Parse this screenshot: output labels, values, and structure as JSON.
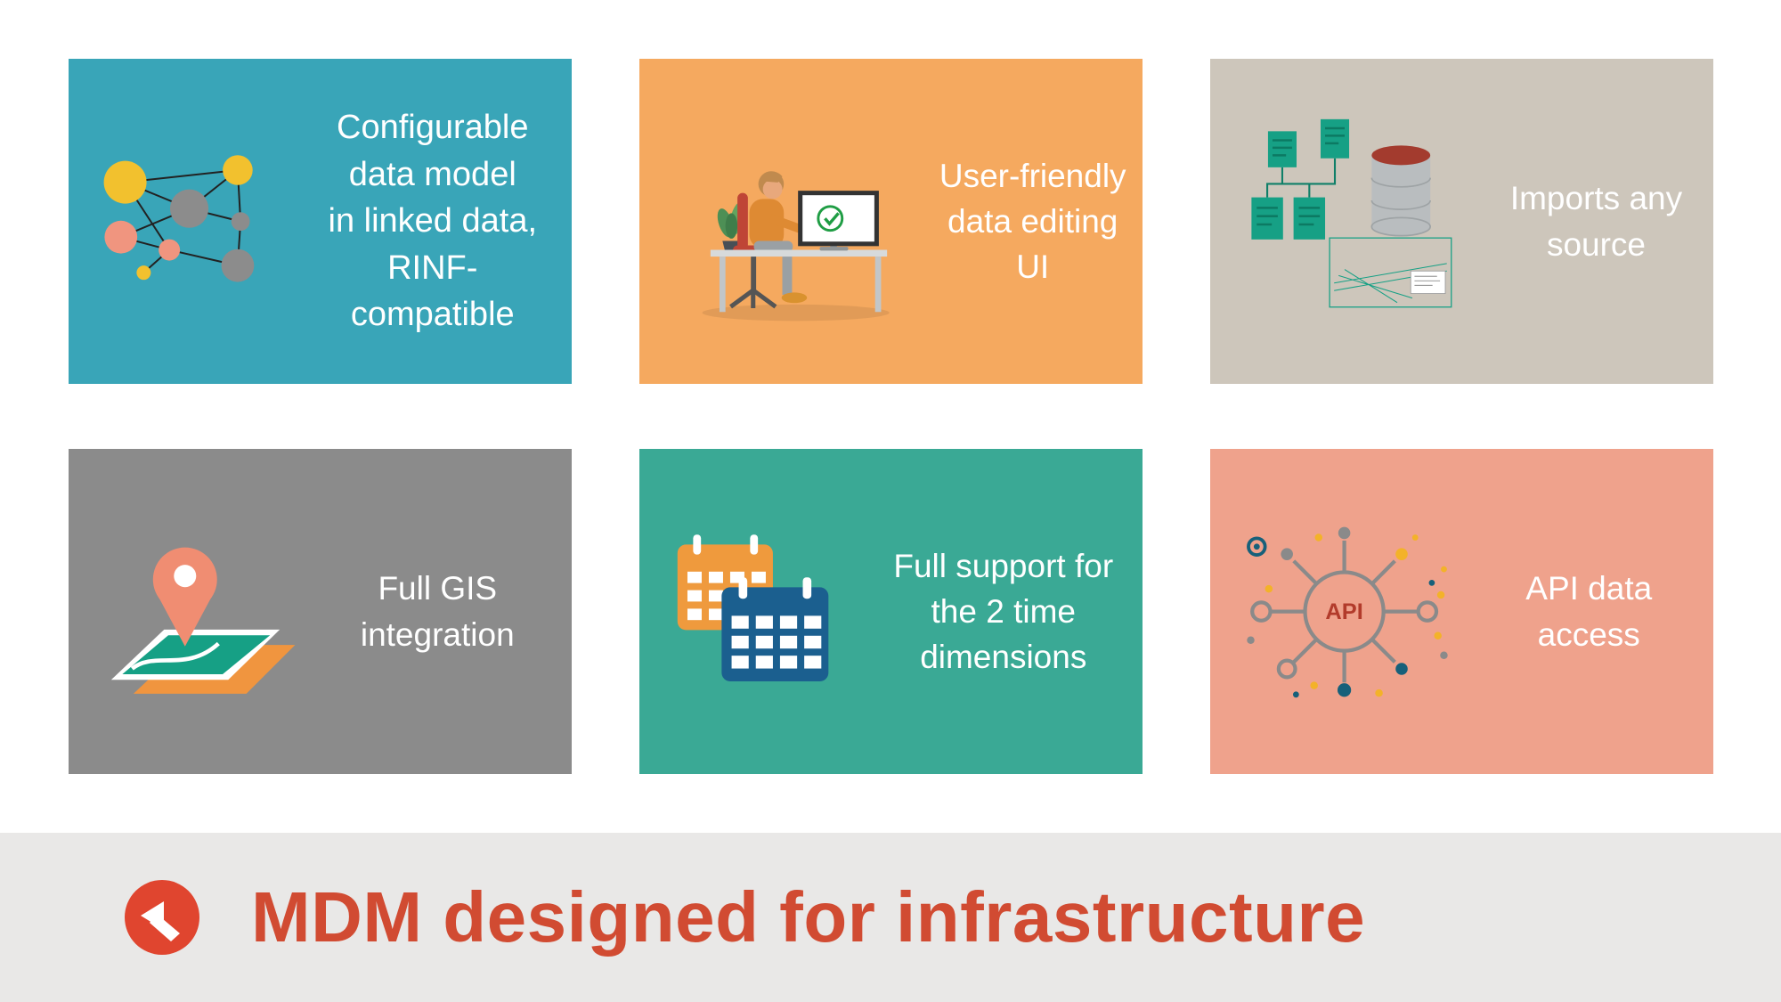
{
  "cards": [
    {
      "id": "data-model",
      "label": "Configurable\ndata model\nin linked data,\nRINF-\ncompatible",
      "bg": "#39a5b8"
    },
    {
      "id": "data-editing",
      "label": "User-friendly\ndata editing UI",
      "bg": "#f5a95f"
    },
    {
      "id": "imports",
      "label": "Imports any\nsource",
      "bg": "#cdc6bb"
    },
    {
      "id": "gis",
      "label": "Full GIS\nintegration",
      "bg": "#8b8b8b"
    },
    {
      "id": "time-dimensions",
      "label": "Full support for\nthe 2 time\ndimensions",
      "bg": "#3aa995"
    },
    {
      "id": "api",
      "label": "API data\naccess",
      "bg": "#efa28c"
    }
  ],
  "api_icon": {
    "label": "API",
    "color": "#b23b2b"
  },
  "footer": {
    "title": "MDM designed for infrastructure",
    "text_color": "#d14b32",
    "bg": "#e9e8e7",
    "logo_color": "#e0452f"
  },
  "colors": {
    "page_bg": "#ffffff",
    "node_yellow": "#f2c12e",
    "node_gray": "#8c8c8c",
    "node_salmon": "#f0957f",
    "doc_teal": "#16a085",
    "calendar_orange": "#ef9a3d",
    "calendar_blue": "#1b5f8f",
    "pin_salmon": "#f08d72"
  }
}
